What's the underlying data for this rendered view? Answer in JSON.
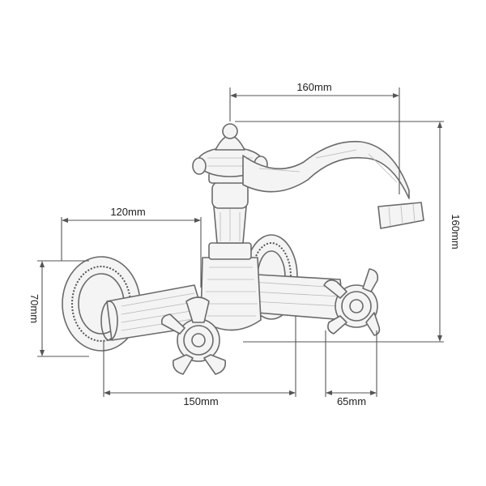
{
  "dimensions": {
    "spout_reach": "160mm",
    "spout_height": "160mm",
    "arm_length": "120mm",
    "flange_height": "70mm",
    "center_spacing": "150mm",
    "handle_offset": "65mm"
  }
}
